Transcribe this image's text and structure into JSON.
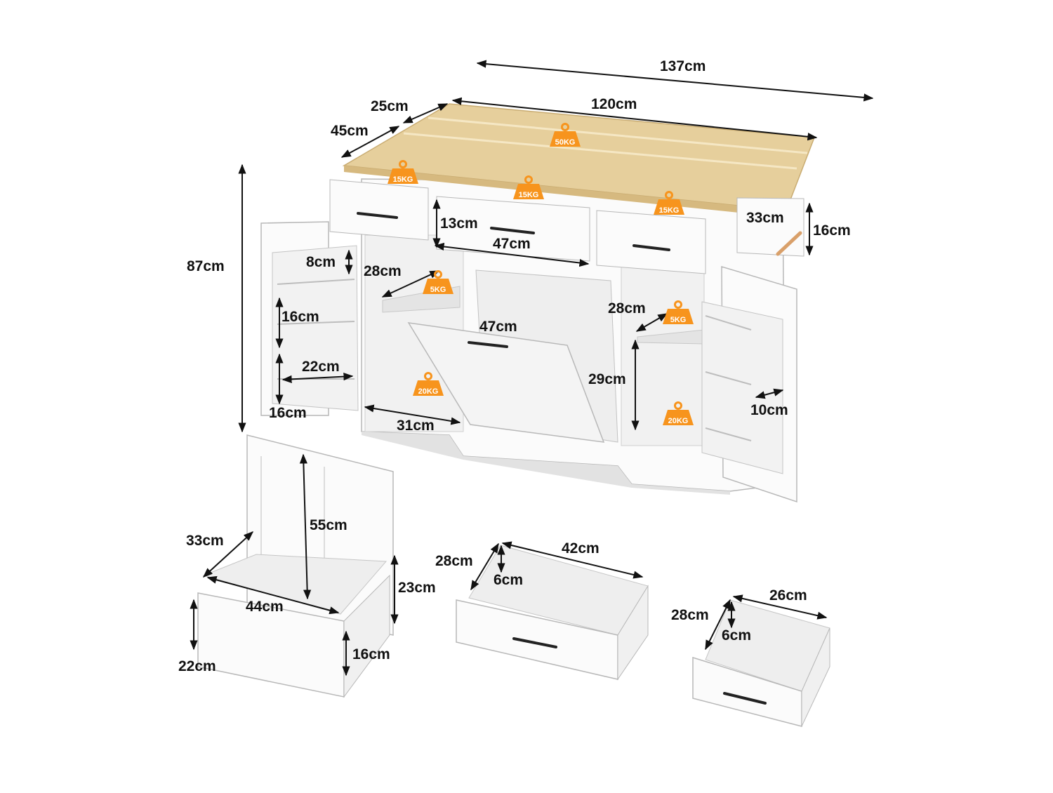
{
  "colors": {
    "wood": "#e6cf9c",
    "wood_edge": "#c9ac72",
    "cabinet_white": "#fbfbfb",
    "cabinet_shade": "#ececec",
    "outline": "#b8b8b8",
    "arrow": "#111111",
    "weight_badge": "#f7941d",
    "handle": "#222222"
  },
  "icons": [
    "weight-icon",
    "dimension-arrow",
    "drawer-handle"
  ],
  "dimensions": {
    "overall_length": "137cm",
    "top_length": "120cm",
    "top_depth": "45cm",
    "overhang": "25cm",
    "height": "87cm",
    "towel_bar_length": "33cm",
    "towel_bar_height": "16cm",
    "drawer_height": "13cm",
    "drawer_width": "47cm",
    "door_rack_gap_top": "8cm",
    "door_rack_gap_mid": "16cm",
    "door_rack_width": "22cm",
    "door_rack_gap_bottom": "16cm",
    "left_shelf_depth": "28cm",
    "bin_width": "47cm",
    "right_shelf_depth": "28cm",
    "right_cabinet_height": "29cm",
    "bottom_width": "31cm",
    "right_rack_depth": "10cm",
    "bin_door_height": "55cm",
    "bin_depth": "33cm",
    "bin_side_height": "23cm",
    "bin_box_width": "44cm",
    "bin_front_height": "22cm",
    "bin_box_height": "16cm",
    "large_drawer_depth": "28cm",
    "large_drawer_width": "42cm",
    "large_drawer_height": "6cm",
    "small_drawer_depth": "28cm",
    "small_drawer_width": "26cm",
    "small_drawer_height": "6cm"
  },
  "weights": {
    "top": "50KG",
    "drawer_left": "15KG",
    "drawer_middle": "15KG",
    "drawer_right": "15KG",
    "shelf_left": "5KG",
    "shelf_right": "5KG",
    "bottom_left": "20KG",
    "bottom_right": "20KG"
  }
}
